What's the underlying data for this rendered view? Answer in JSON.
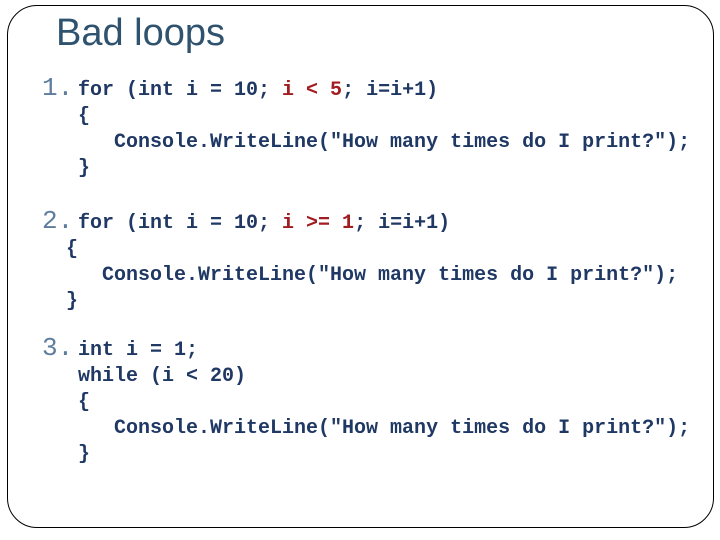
{
  "slide": {
    "title": "Bad loops"
  },
  "colors": {
    "title": "#2F536F",
    "code": "#1F3864",
    "highlight": "#A11D22",
    "list_number": "#5E7D9E",
    "border": "#000000",
    "background": "#FFFFFF"
  },
  "items": [
    {
      "number": "1.",
      "lines": [
        {
          "segments": [
            {
              "text": "   for (int i = 10; ",
              "color": "code"
            },
            {
              "text": "i < 5",
              "color": "highlight"
            },
            {
              "text": "; i=i+1)",
              "color": "code"
            }
          ]
        },
        {
          "segments": [
            {
              "text": "   {",
              "color": "code"
            }
          ]
        },
        {
          "segments": [
            {
              "text": "      Console.WriteLine(\"How many times do I print?\");",
              "color": "code"
            }
          ]
        },
        {
          "segments": [
            {
              "text": "   }",
              "color": "code"
            }
          ]
        }
      ]
    },
    {
      "number": "2.",
      "lines": [
        {
          "segments": [
            {
              "text": "   for (int i = 10; ",
              "color": "code"
            },
            {
              "text": "i >= 1",
              "color": "highlight"
            },
            {
              "text": "; i=i+1)",
              "color": "code"
            }
          ]
        },
        {
          "segments": [
            {
              "text": "  {",
              "color": "code"
            }
          ]
        },
        {
          "segments": [
            {
              "text": "     Console.WriteLine(\"How many times do I print?\");",
              "color": "code"
            }
          ]
        },
        {
          "segments": [
            {
              "text": "  }",
              "color": "code"
            }
          ]
        }
      ]
    },
    {
      "number": "3.",
      "lines": [
        {
          "segments": [
            {
              "text": "   int i = 1;",
              "color": "code"
            }
          ]
        },
        {
          "segments": [
            {
              "text": "   while (i < 20)",
              "color": "code"
            }
          ]
        },
        {
          "segments": [
            {
              "text": "   {",
              "color": "code"
            }
          ]
        },
        {
          "segments": [
            {
              "text": "      Console.WriteLine(\"How many times do I print?\");",
              "color": "code"
            }
          ]
        },
        {
          "segments": [
            {
              "text": "   }",
              "color": "code"
            }
          ]
        }
      ]
    }
  ]
}
